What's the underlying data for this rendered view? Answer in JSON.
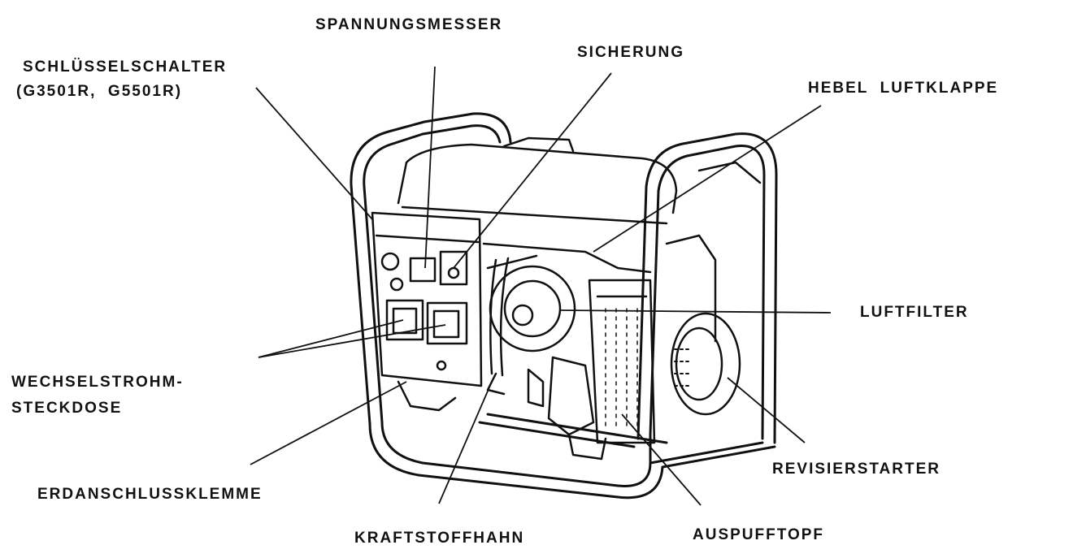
{
  "labels": {
    "voltmeter": "SPANNUNGSMESSER",
    "fuse": "SICHERUNG",
    "key_switch_line1": "SCHLÜSSELSCHALTER",
    "key_switch_line2": "(G3501R,  G5501R)",
    "choke_lever": "HEBEL  LUFTKLAPPE",
    "air_filter": "LUFTFILTER",
    "ac_socket_line1": "WECHSELSTROHM-",
    "ac_socket_line2": "STECKDOSE",
    "recoil_starter": "REVISIERSTARTER",
    "ground_terminal": "ERDANSCHLUSSKLEMME",
    "fuel_cock": "KRAFTSTOFFHAHN",
    "muffler": "AUSPUFFTOPF"
  }
}
